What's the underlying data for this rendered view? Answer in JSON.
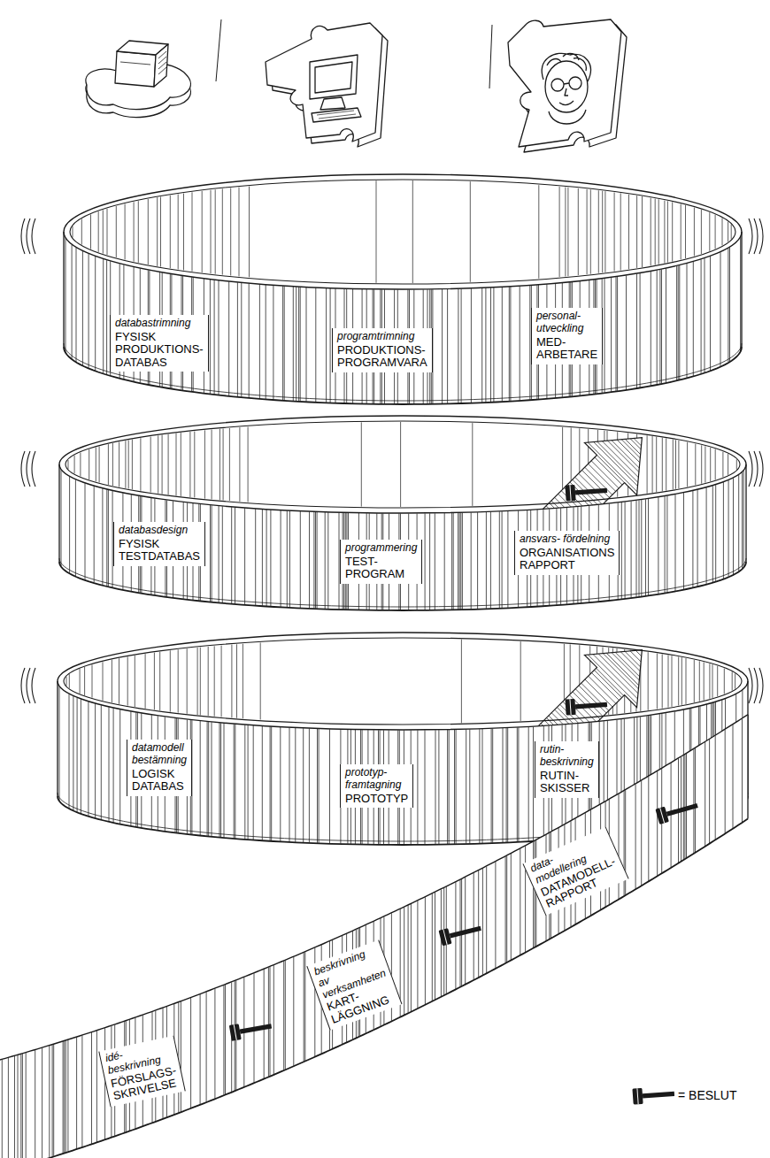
{
  "diagram": {
    "nodes": [
      {
        "text": [
          "databastrimning",
          "FYSISK PRODUKTIONS- DATABAS"
        ]
      },
      {
        "text": [
          "programtrimning",
          "PRODUKTIONS- PROGRAMVARA"
        ]
      },
      {
        "text": [
          "personal- utveckling",
          "MED- ARBETARE"
        ]
      },
      {
        "text": [
          "databasdesign",
          "FYSISK TESTDATABAS"
        ]
      },
      {
        "text": [
          "programmering",
          "TEST- PROGRAM"
        ]
      },
      {
        "text": [
          "ansvars- fördelning",
          "ORGANISATIONS RAPPORT"
        ]
      },
      {
        "text": [
          "datamodell bestämning",
          "LOGISK DATABAS"
        ]
      },
      {
        "text": [
          "prototyp- framtagning",
          "PROTOTYP"
        ]
      },
      {
        "text": [
          "rutin- beskrivning",
          "RUTIN- SKISSER"
        ]
      },
      {
        "text": [
          "idé- beskrivning",
          "FÖRSLAGS- SKRIVELSE"
        ]
      },
      {
        "text": [
          "beskrivning av verksamheten",
          "KART- LÄGGNING"
        ]
      },
      {
        "text": [
          "data- modellering",
          "DATAMODELL- RAPPORT"
        ]
      }
    ],
    "legend": [
      {
        "text": "= BESLUT"
      }
    ]
  }
}
